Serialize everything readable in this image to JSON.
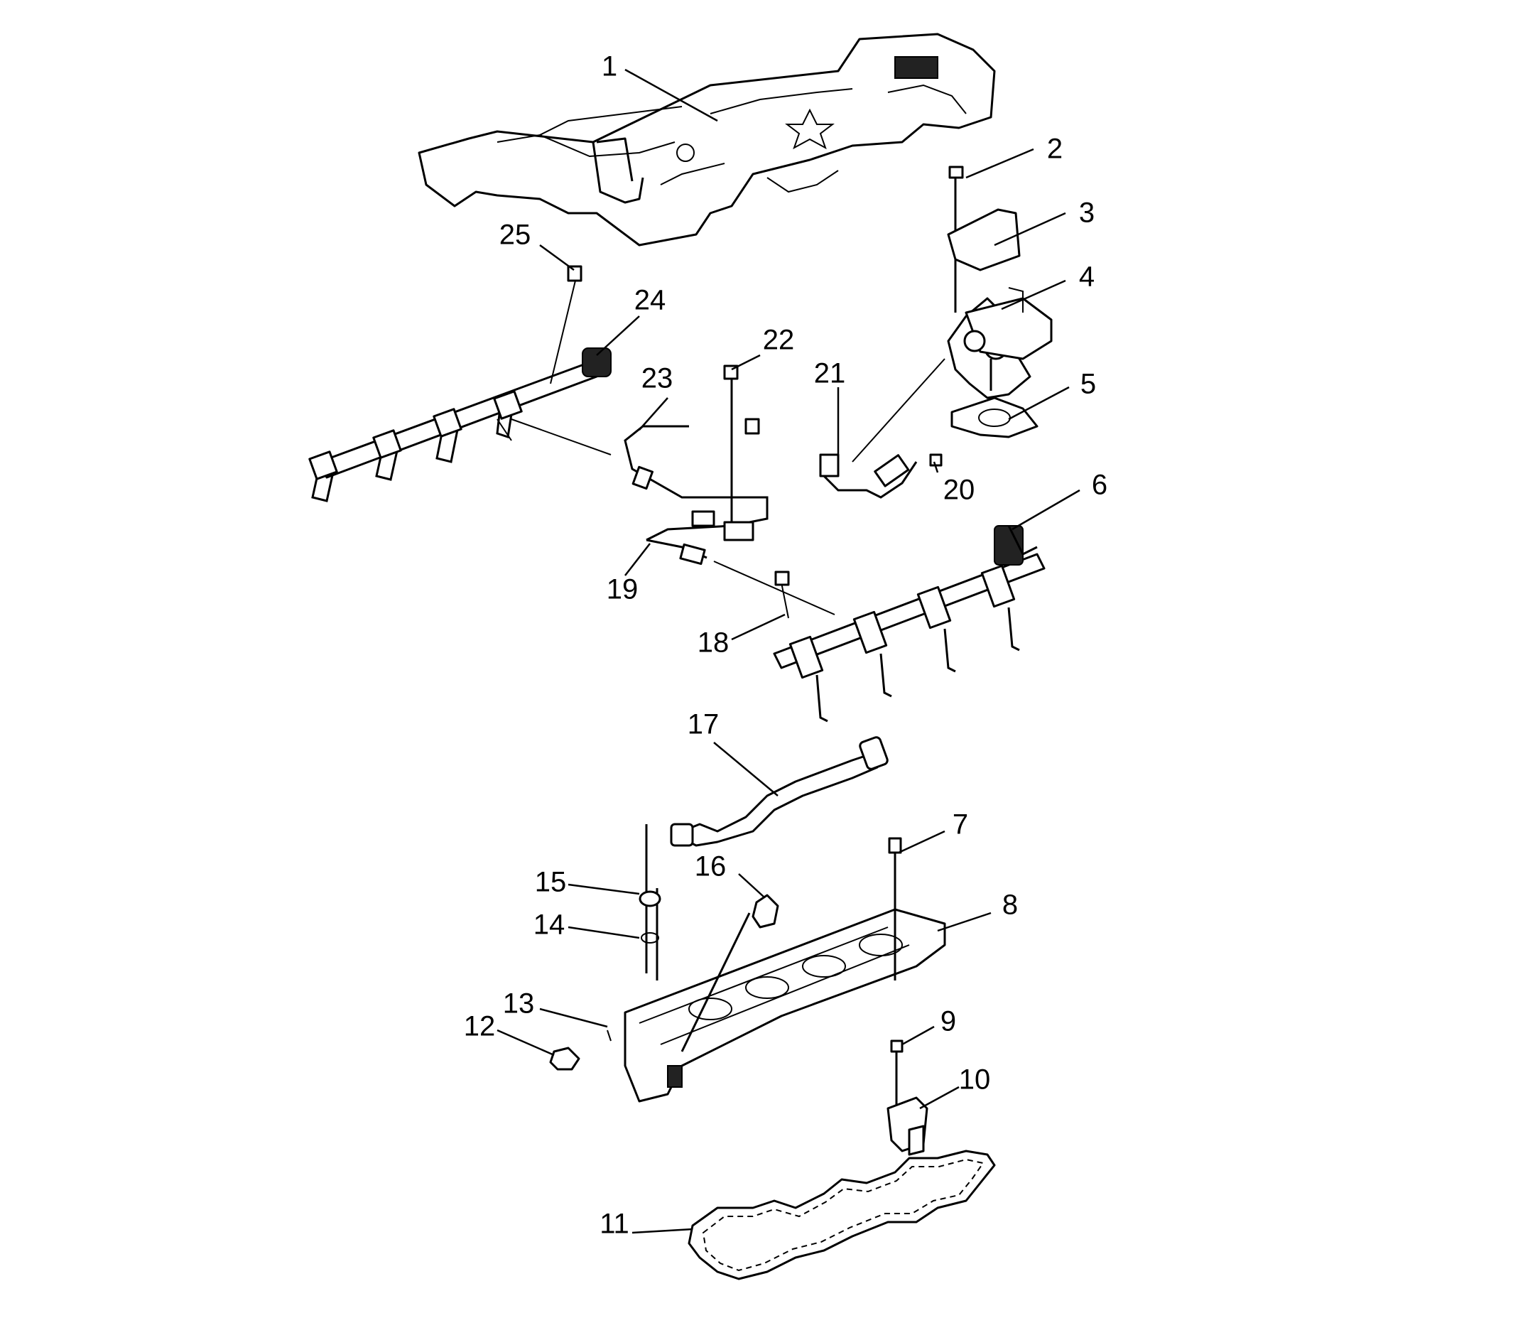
{
  "callouts": [
    {
      "id": 1,
      "label": "1"
    },
    {
      "id": 2,
      "label": "2"
    },
    {
      "id": 3,
      "label": "3"
    },
    {
      "id": 4,
      "label": "4"
    },
    {
      "id": 5,
      "label": "5"
    },
    {
      "id": 6,
      "label": "6"
    },
    {
      "id": 7,
      "label": "7"
    },
    {
      "id": 8,
      "label": "8"
    },
    {
      "id": 9,
      "label": "9"
    },
    {
      "id": 10,
      "label": "10"
    },
    {
      "id": 11,
      "label": "11"
    },
    {
      "id": 12,
      "label": "12"
    },
    {
      "id": 13,
      "label": "13"
    },
    {
      "id": 14,
      "label": "14"
    },
    {
      "id": 15,
      "label": "15"
    },
    {
      "id": 16,
      "label": "16"
    },
    {
      "id": 17,
      "label": "17"
    },
    {
      "id": 18,
      "label": "18"
    },
    {
      "id": 19,
      "label": "19"
    },
    {
      "id": 20,
      "label": "20"
    },
    {
      "id": 21,
      "label": "21"
    },
    {
      "id": 22,
      "label": "22"
    },
    {
      "id": 23,
      "label": "23"
    },
    {
      "id": 24,
      "label": "24"
    },
    {
      "id": 25,
      "label": "25"
    }
  ]
}
